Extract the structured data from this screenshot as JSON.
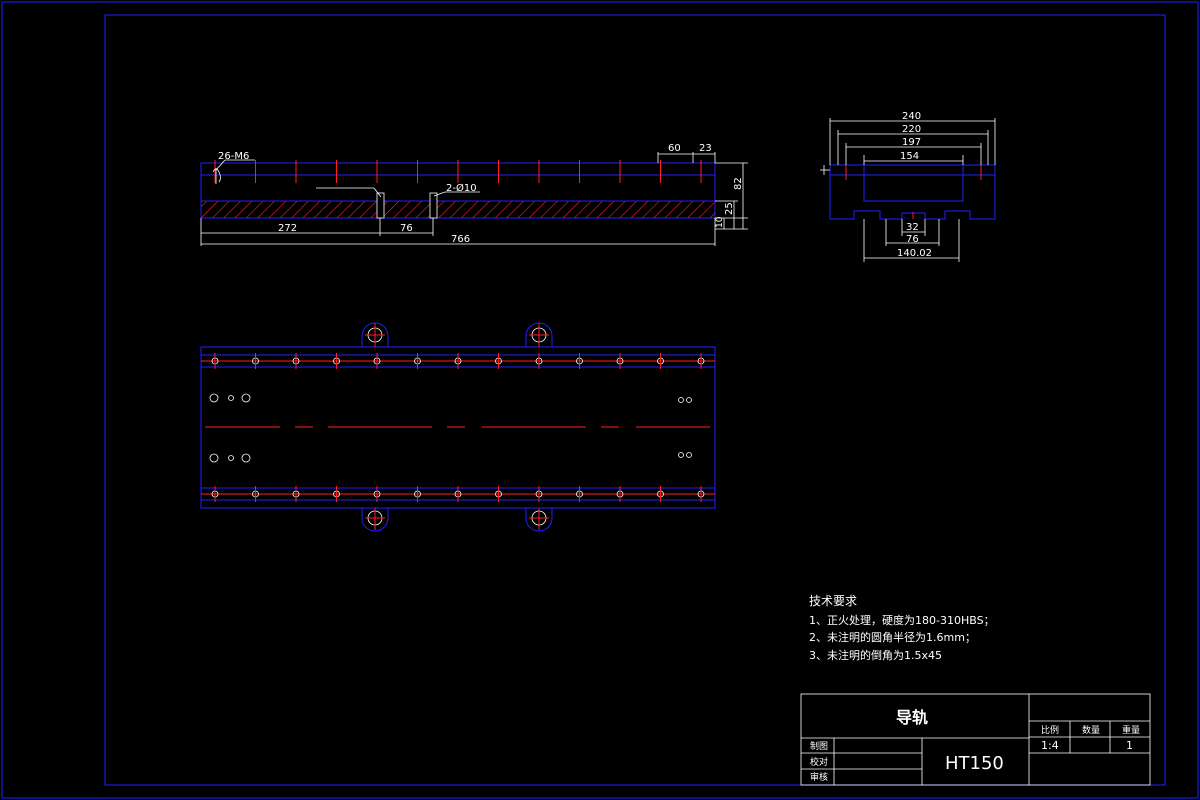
{
  "drawing": {
    "front_view": {
      "callouts": {
        "threaded_holes": "26-M6",
        "pin_holes": "2-Ø10"
      },
      "dims": {
        "d60": "60",
        "d23": "23",
        "d82": "82",
        "d25": "25",
        "d10": "10",
        "d272": "272",
        "d76": "76",
        "d766": "766"
      }
    },
    "side_view": {
      "dims": {
        "d240": "240",
        "d220": "220",
        "d197": "197",
        "d154": "154",
        "d32": "32",
        "d76": "76",
        "d140": "140.02"
      }
    },
    "tech_requirements": {
      "title": "技术要求",
      "items": [
        "1、正火处理，硬度为180-310HBS；",
        "2、未注明的圆角半径为1.6mm；",
        "3、未注明的倒角为1.5x45"
      ]
    },
    "title_block": {
      "part_name": "导轨",
      "material": "HT150",
      "headers": {
        "scale": "比例",
        "qty": "数量",
        "weight": "重量"
      },
      "values": {
        "scale": "1:4",
        "qty": "",
        "weight": "1"
      },
      "rows": {
        "draw": "制图",
        "check": "校对",
        "approve": "审核"
      }
    },
    "colors": {
      "border": "#2020ff",
      "centerline": "#ff2020",
      "text": "#ffffff",
      "hatch": "#ff2020"
    }
  }
}
